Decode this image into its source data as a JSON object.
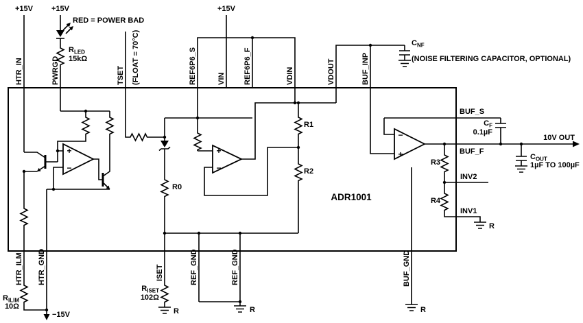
{
  "chip": {
    "name": "ADR1001"
  },
  "supplies": {
    "p15": "+15V",
    "n15": "−15V"
  },
  "power_indicator": {
    "note": "RED = POWER BAD",
    "r_name": "R",
    "r_sub": "LED",
    "r_value": "15kΩ"
  },
  "pins": {
    "top": [
      "HTR_IN",
      "PWRGD",
      "TSET",
      "REF6P6_S",
      "VIN",
      "REF6P6_F",
      "VDIN",
      "VDOUT",
      "BUF_INP"
    ],
    "tset_note": "(FLOAT = 70°C)",
    "right": [
      "BUF_S",
      "BUF_F",
      "INV2",
      "INV1"
    ],
    "bottom": [
      "HTR_ILM",
      "HTR_GND",
      "ISET",
      "REF_GND",
      "REF_GND",
      "BUF_GND"
    ]
  },
  "capacitors": {
    "cnf": {
      "name": "C",
      "sub": "NF",
      "note": "(NOISE FILTERING CAPACITOR, OPTIONAL)"
    },
    "cf": {
      "name": "C",
      "sub": "F",
      "value": "0.1µF"
    },
    "cout": {
      "name": "C",
      "sub": "OUT",
      "value": "1µF TO 100µF"
    }
  },
  "resistors": {
    "rilim": {
      "name": "R",
      "sub": "ILIM",
      "value": "10Ω"
    },
    "riset": {
      "name": "R",
      "sub": "ISET",
      "value": "102Ω"
    },
    "r0": "R0",
    "r1": "R1",
    "r2": "R2",
    "r3": "R3",
    "r4": "R4"
  },
  "output": {
    "label": "10V OUT"
  },
  "ground_label": "R",
  "opamp": {
    "plus": "+",
    "minus": "−"
  }
}
